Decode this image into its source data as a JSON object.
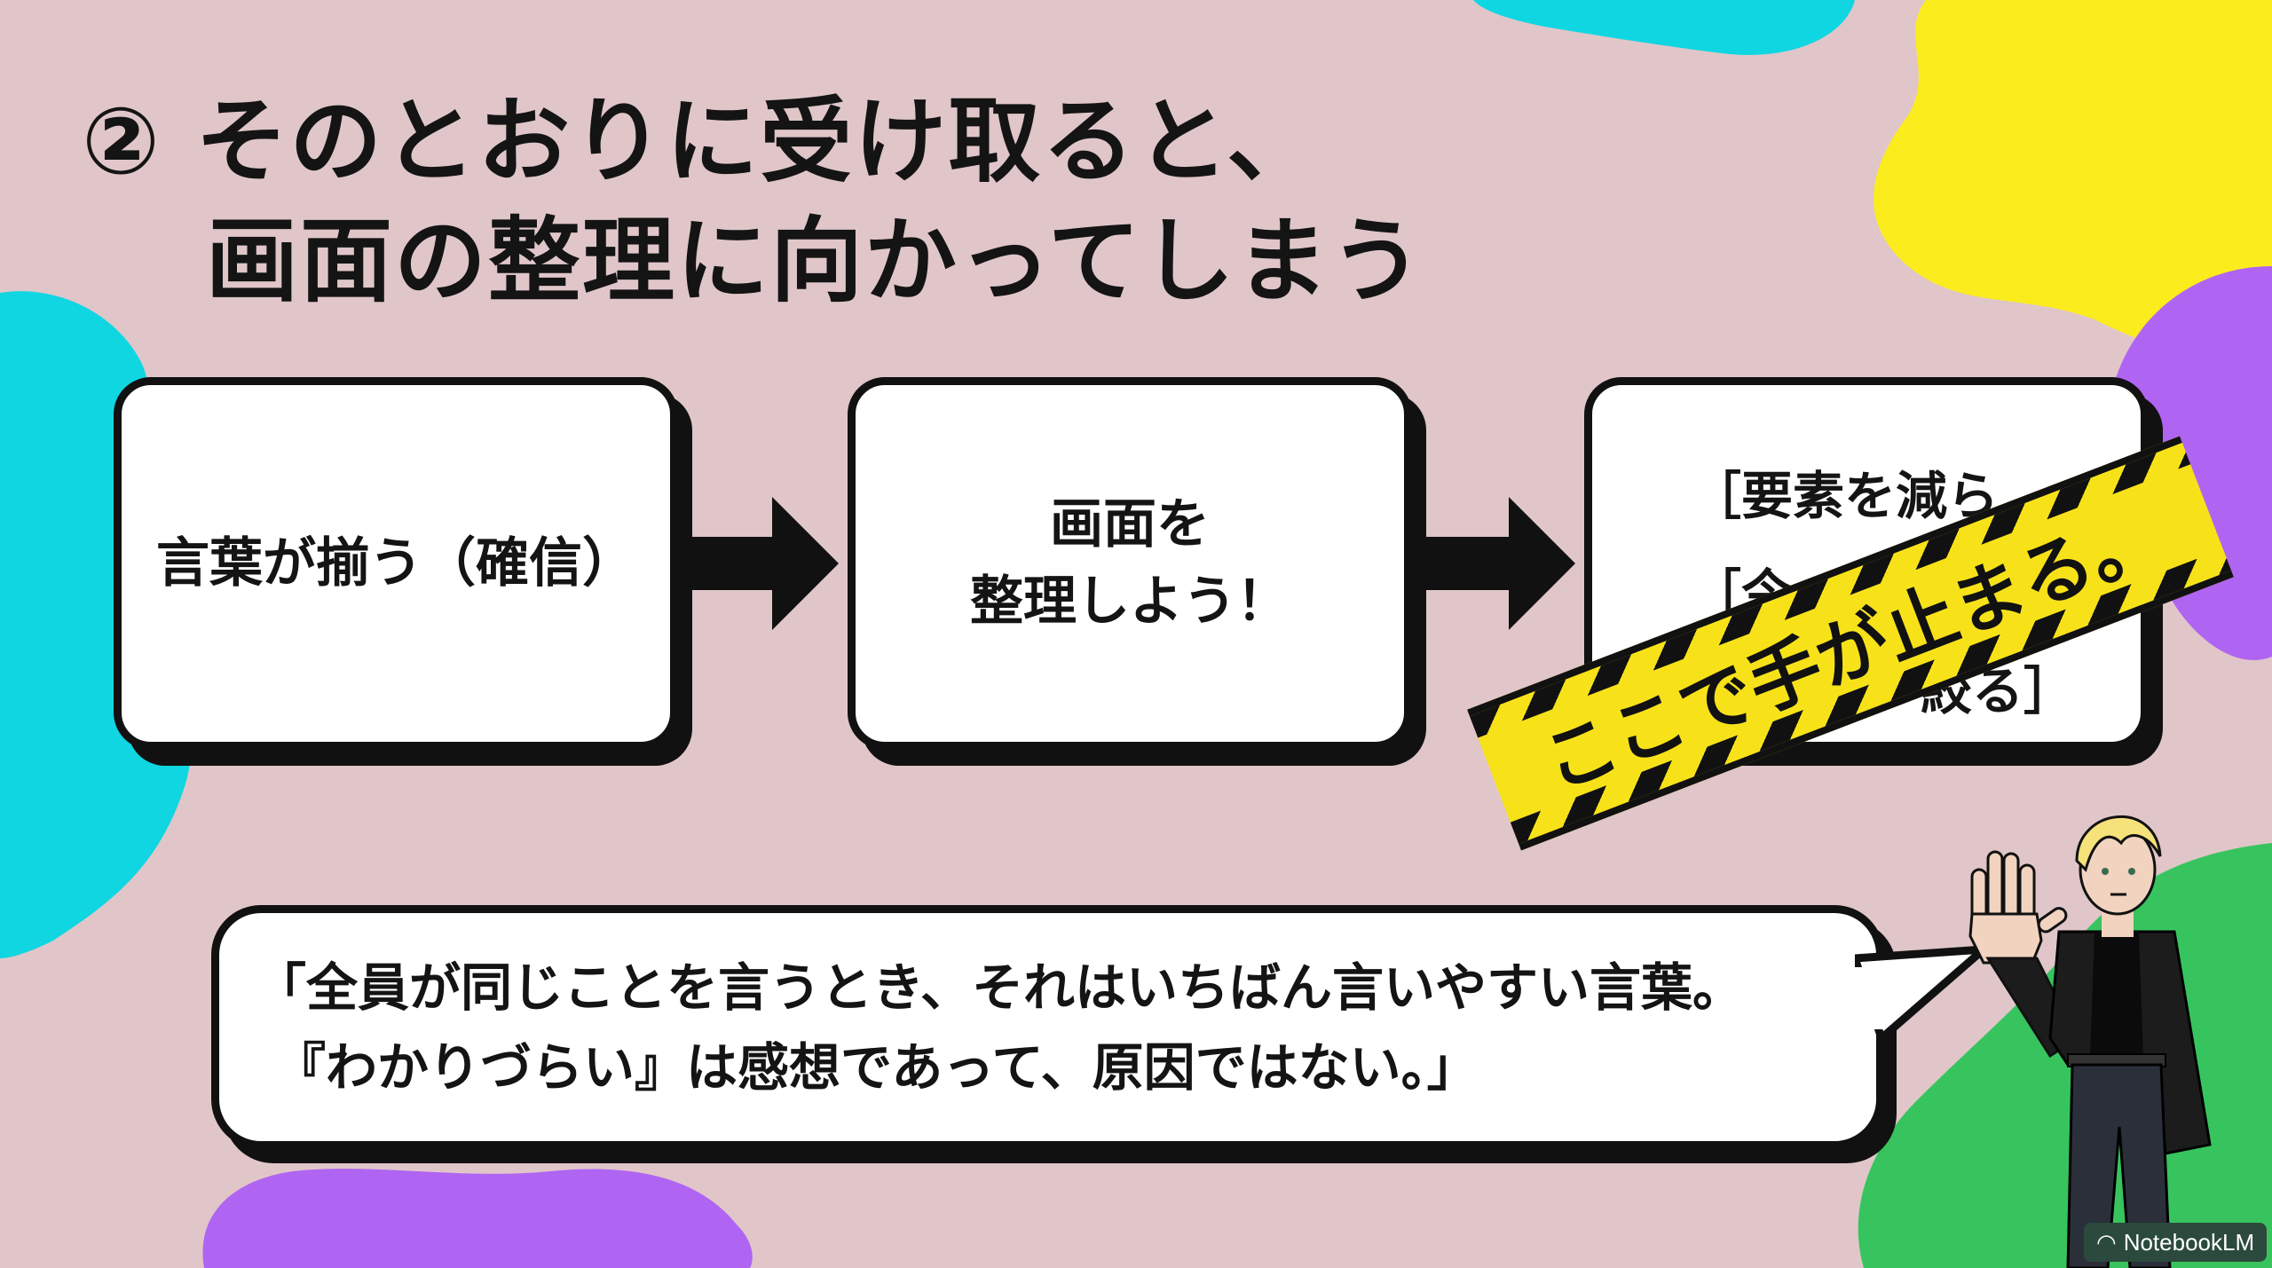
{
  "colors": {
    "background": "#e0c6c9",
    "cyan": "#10d6e2",
    "yellow": "#fbec1e",
    "purple": "#b064f2",
    "green": "#37c45f",
    "tape": "#f7e21a",
    "ink": "#111111"
  },
  "title": {
    "line1": "② そのとおりに受け取ると、",
    "line2": "画面の整理に向かってしまう"
  },
  "flow": {
    "step1": "言葉が揃う（確信）",
    "step2_line1": "画面を",
    "step2_line2": "整理しよう！",
    "step3_line1": "［要素を減ら",
    "step3_line2": "［今",
    "step3_line3": "絞る］",
    "tape": "ここで手が止まる。"
  },
  "quote": {
    "line1": "「全員が同じことを言うとき、それはいちばん言いやすい言葉。",
    "line2": "『わかりづらい』は感想であって、原因ではない。」"
  },
  "watermark": {
    "icon": "notebooklm-icon",
    "label": "NotebookLM"
  }
}
